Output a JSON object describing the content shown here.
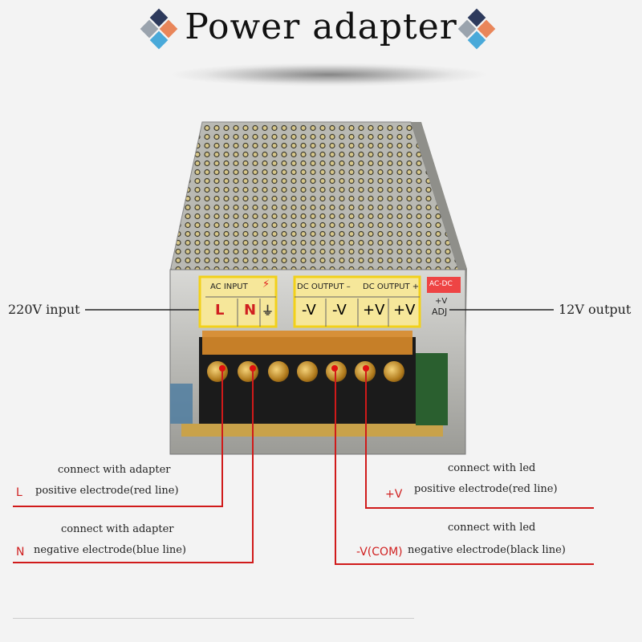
{
  "title": "Power adapter",
  "labels": {
    "left_input": "220V input",
    "right_output": "12V output"
  },
  "terminal_block": {
    "ac_input": "AC INPUT",
    "dc_output_neg": "DC OUTPUT –",
    "dc_output_pos": "DC OUTPUT +",
    "ac_dc": "AC-DC",
    "adj_v": "+V",
    "adj": "ADJ",
    "terminals": [
      "L",
      "N",
      "⏚",
      "-V",
      "-V",
      "+V",
      "+V"
    ]
  },
  "annotations": {
    "L": {
      "tag": "L",
      "line1": "connect with adapter",
      "line2": "positive electrode(red line)"
    },
    "N": {
      "tag": "N",
      "line1": "connect with adapter",
      "line2": "negative electrode(blue line)"
    },
    "plusV": {
      "tag": "+V",
      "line1": "connect with led",
      "line2": "positive electrode(red line)"
    },
    "minusV": {
      "tag": "-V(COM)",
      "line1": "connect with led",
      "line2": "negative electrode(black line)"
    }
  },
  "colors": {
    "highlight": "#f2d11a",
    "wire_red": "#d01a1a",
    "diamond_navy": "#2d3a5c",
    "diamond_orange": "#e9865a",
    "diamond_blue": "#49a9d9",
    "diamond_grey": "#9aa3ad"
  }
}
